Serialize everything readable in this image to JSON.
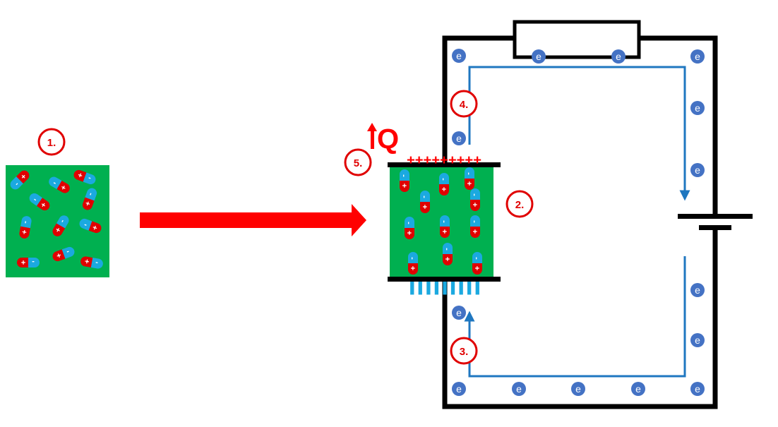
{
  "labels": {
    "step1": "1.",
    "step2": "2.",
    "step3": "3.",
    "step4": "4.",
    "step5": "5.",
    "heat": "Q"
  },
  "electron_label": "e",
  "dipole_signs": {
    "positive": "+",
    "negative": "-"
  },
  "plate_charges": {
    "top": "+++++++++",
    "bottom": "|||||||||"
  },
  "colors": {
    "background": "#ffffff",
    "dielectric": "#00b050",
    "dipole_positive": "#e00000",
    "dipole_negative": "#1ba9e0",
    "arrow_red": "#ff0000",
    "circuit_wire": "#000000",
    "electron": "#4472c4",
    "current_arrow": "#1f77c0",
    "label_ring": "#e00000"
  },
  "icons": {
    "unpolarized_block": "random-dipoles",
    "polarized_block": "aligned-dipoles",
    "transition_arrow": "arrow-right",
    "heat_arrow": "arrow-up",
    "resistor": "resistor-box",
    "battery": "battery-cell"
  }
}
